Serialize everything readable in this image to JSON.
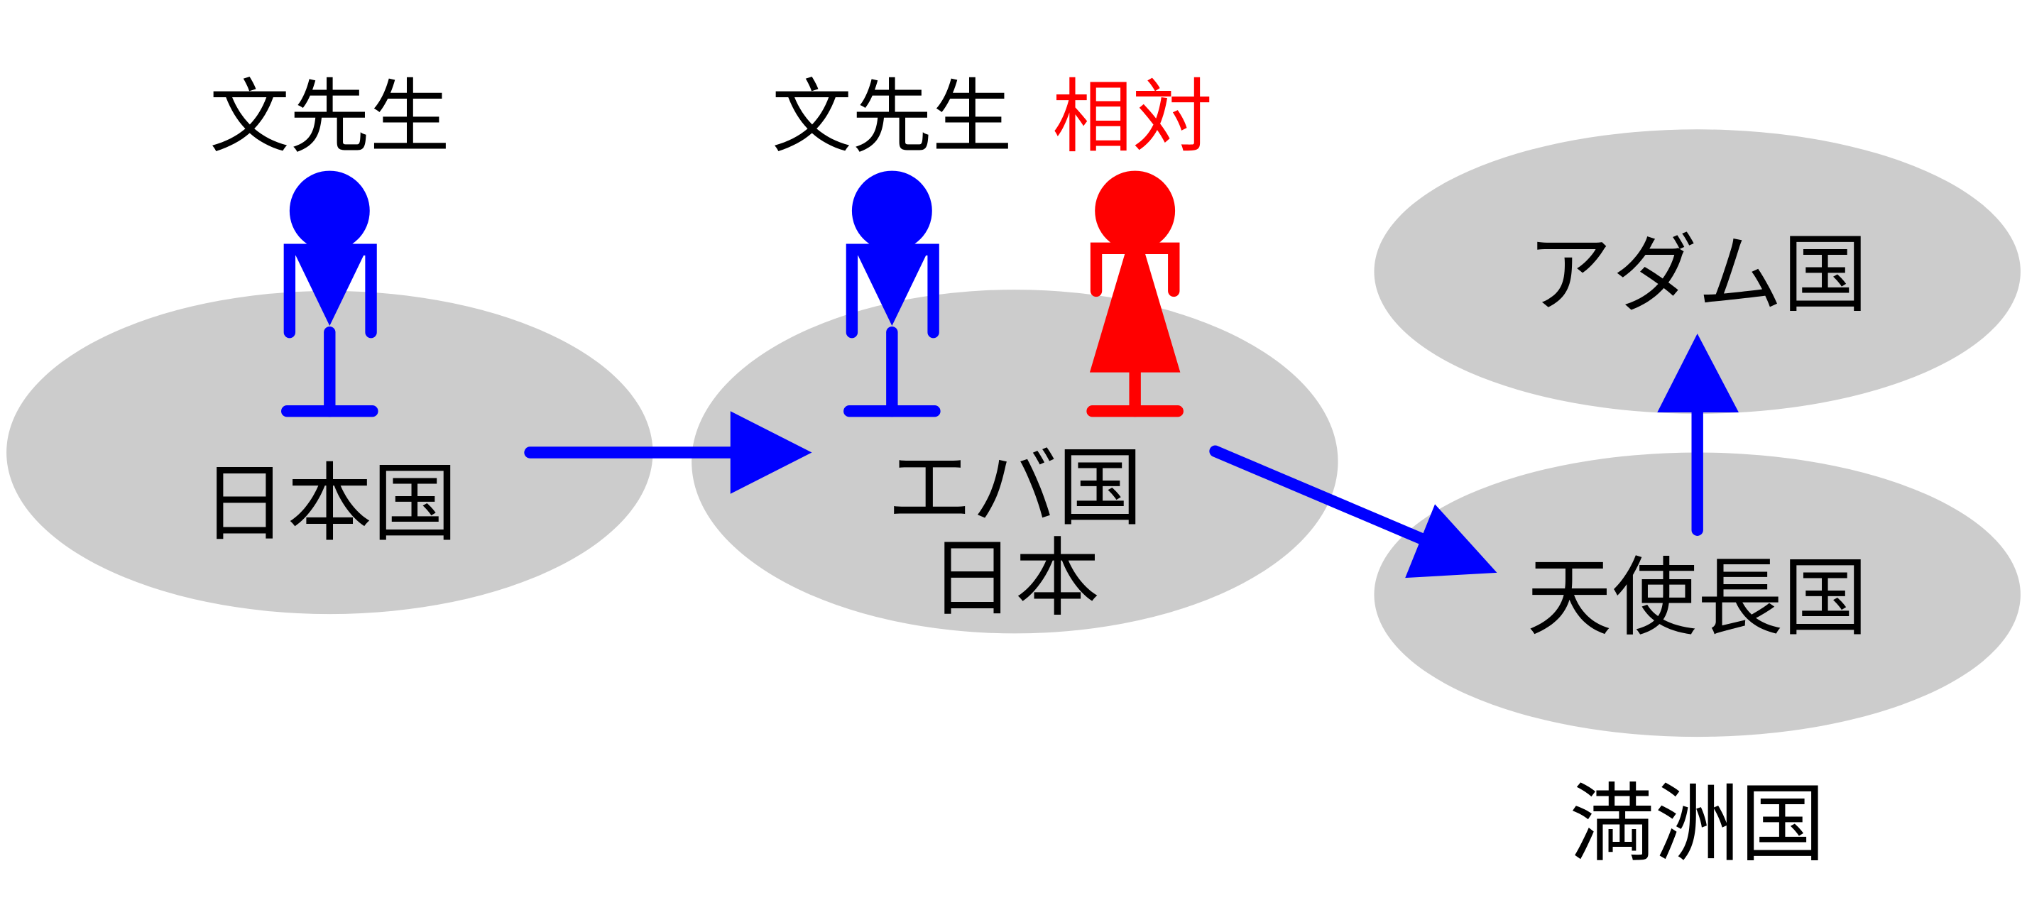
{
  "colors": {
    "ellipse": "#cccccc",
    "arrow": "#0000ff",
    "person_blue": "#0000ff",
    "person_red": "#ff0000",
    "text": "#000000"
  },
  "labels": {
    "person1": "文先生",
    "person2": "文先生",
    "person3": "相対"
  },
  "regions": {
    "japan": "日本国",
    "eva_line1": "エバ国",
    "eva_line2": "日本",
    "adam": "アダム国",
    "archangel": "天使長国",
    "manchuria": "満洲国"
  }
}
